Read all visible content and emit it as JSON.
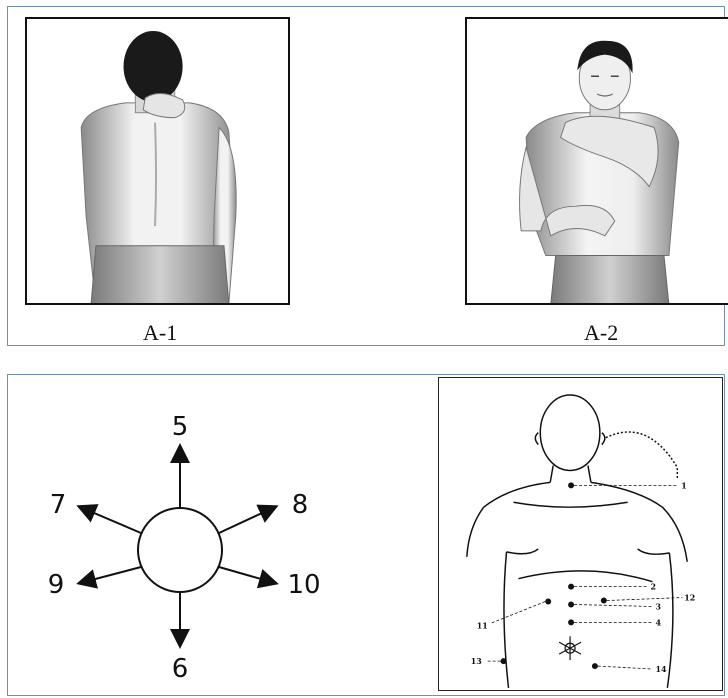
{
  "top_panel": {
    "figures": [
      {
        "caption": "A-1"
      },
      {
        "caption": "A-2"
      }
    ]
  },
  "direction_diagram": {
    "labels": {
      "up": "5",
      "down": "6",
      "upper_left": "7",
      "upper_right": "8",
      "lower_left": "9",
      "lower_right": "10"
    }
  },
  "body_diagram": {
    "points": [
      "1",
      "2",
      "3",
      "4",
      "11",
      "12",
      "13",
      "14"
    ]
  }
}
